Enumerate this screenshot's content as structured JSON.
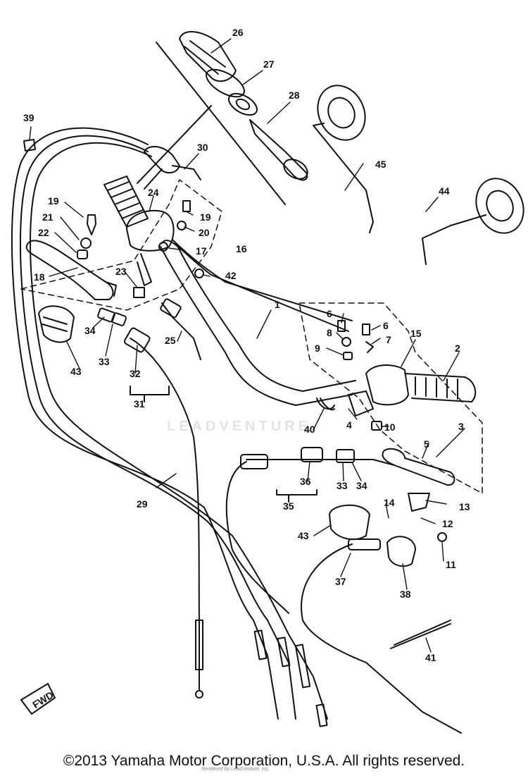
{
  "diagram": {
    "callouts": [
      "1",
      "2",
      "3",
      "4",
      "5",
      "6",
      "6",
      "7",
      "8",
      "9",
      "10",
      "11",
      "12",
      "13",
      "14",
      "15",
      "16",
      "17",
      "18",
      "19",
      "19",
      "20",
      "21",
      "22",
      "23",
      "24",
      "25",
      "26",
      "27",
      "28",
      "29",
      "30",
      "31",
      "32",
      "33",
      "33",
      "34",
      "34",
      "35",
      "36",
      "37",
      "38",
      "39",
      "40",
      "41",
      "42",
      "43",
      "43",
      "44",
      "45"
    ],
    "fwd_label": "FWD"
  },
  "watermark": {
    "text": "LEADVENTURE"
  },
  "footer": {
    "copyright": "©2013 Yamaha Motor Corporation, U.S.A. All rights reserved.",
    "rendered_by": "Rendered by LeadVenture, Inc."
  },
  "colors": {
    "ink": "#111111",
    "background": "#ffffff",
    "watermark": "#e3e3e3"
  }
}
